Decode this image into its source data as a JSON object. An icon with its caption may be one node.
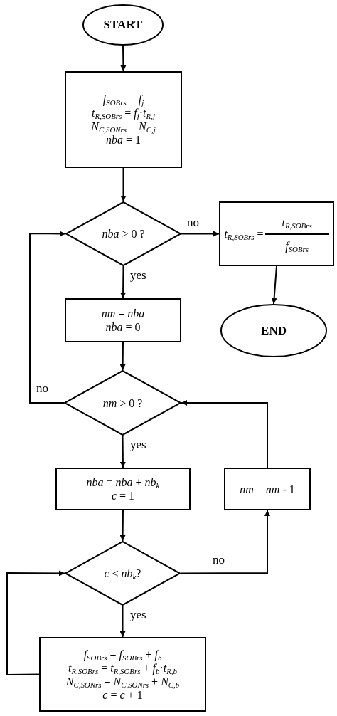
{
  "diagram": {
    "nodes": [
      {
        "text": [
          "START"
        ]
      },
      {
        "text": [
          "*f*$_{SOBrs}$ = *f*$_{j}$",
          "*t*$_{R,SOBrs}$ = *f*$_{j}$·*t*$_{R,j}$",
          "*N*$_{C,SONrs}$ = *N*$_{C,j}$",
          "*nba* = 1"
        ]
      },
      {
        "text": [
          "*nba* > 0 ?"
        ]
      },
      {
        "text": [
          "*t*$_{R,SOBrs}$ =",
          "*t*$_{R,SOBrs}$",
          "*f*$_{SOBrs}$"
        ]
      },
      {
        "text": [
          "END"
        ]
      },
      {
        "text": [
          "*nm* = *nba*",
          "*nba* = 0"
        ]
      },
      {
        "text": [
          "*nm* > 0 ?"
        ]
      },
      {
        "text": [
          "*nba* = *nba* + *nb*$_{k}$",
          "*c* = 1"
        ]
      },
      {
        "text": [
          "*nm* = *nm* - 1"
        ]
      },
      {
        "text": [
          "*c* ≤ *nb*$_{k}$?"
        ]
      },
      {
        "text": [
          "*f*$_{SOBrs}$ = *f*$_{SOBrs}$ + *f*$_{b}$",
          "*t*$_{R,SOBrs}$ = *t*$_{R,SOBrs}$ + *f*$_{b}$·*t*$_{R,b}$",
          "*N*$_{C,SONrs}$ = *N*$_{C,SONrs}$ + *N*$_{C,b}$",
          "*c* = *c* + 1"
        ]
      }
    ],
    "edges": [
      {
        "from": 0,
        "to": 1,
        "arrow": "to"
      },
      {
        "from": 1,
        "to": 2,
        "arrow": "to"
      },
      {
        "from": 2,
        "to": 3,
        "arrow": "to",
        "label": "no"
      },
      {
        "from": 3,
        "to": 4,
        "arrow": "to"
      },
      {
        "from": 2,
        "to": 5,
        "arrow": "to",
        "label": "yes"
      },
      {
        "from": 5,
        "to": 6,
        "arrow": "to"
      },
      {
        "from": 6,
        "to": 2,
        "arrow": "to",
        "label": "no"
      },
      {
        "from": 6,
        "to": 7,
        "arrow": "to",
        "label": "yes"
      },
      {
        "from": 7,
        "to": 9,
        "arrow": "to"
      },
      {
        "from": 9,
        "to": 8,
        "arrow": "to",
        "label": "no"
      },
      {
        "from": 8,
        "to": 6,
        "arrow": "to"
      },
      {
        "from": 9,
        "to": 10,
        "arrow": "to",
        "label": "yes"
      },
      {
        "from": 10,
        "to": 9,
        "arrow": "to"
      }
    ]
  }
}
